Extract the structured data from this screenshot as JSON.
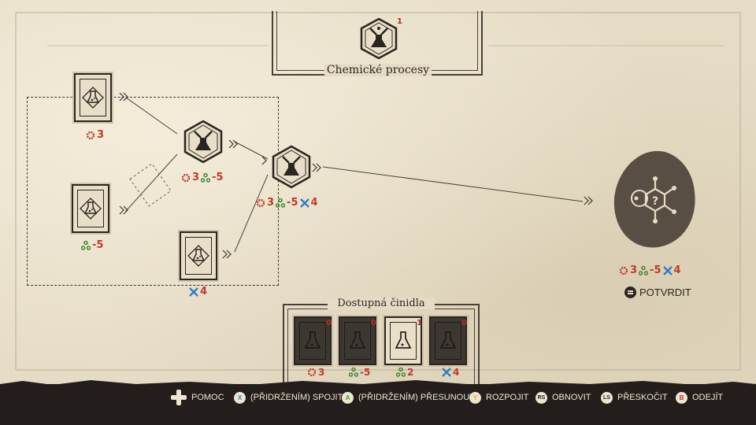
{
  "process": {
    "title": "Chemické procesy",
    "count": "1",
    "icon": "mortar-flask-icon"
  },
  "nodes": [
    {
      "id": "card-top-left",
      "icon": "flask-icon",
      "stats": [
        {
          "type": "red",
          "value": "3"
        }
      ]
    },
    {
      "id": "card-mid-left",
      "icon": "flask-icon",
      "stats": [
        {
          "type": "green",
          "value": "-5"
        }
      ]
    },
    {
      "id": "card-bottom",
      "icon": "flask-icon",
      "stats": [
        {
          "type": "blue",
          "value": "4"
        }
      ]
    },
    {
      "id": "hex-combine-1",
      "icon": "mortar-flask-icon",
      "stats": [
        {
          "type": "red",
          "value": "3"
        },
        {
          "type": "green",
          "value": "-5"
        }
      ]
    },
    {
      "id": "hex-combine-2",
      "icon": "mortar-flask-icon",
      "stats": [
        {
          "type": "red",
          "value": "3"
        },
        {
          "type": "green",
          "value": "-5"
        },
        {
          "type": "blue",
          "value": "4"
        }
      ]
    }
  ],
  "result": {
    "icon": "unknown-molecule-icon",
    "stats": [
      {
        "type": "red",
        "value": "3"
      },
      {
        "type": "green",
        "value": "-5"
      },
      {
        "type": "blue",
        "value": "4"
      }
    ],
    "confirm_label": "POTVRDIT"
  },
  "reagents": {
    "title": "Dostupná činidla",
    "items": [
      {
        "count": "0",
        "stat_type": "red",
        "stat_value": "3",
        "dark": true
      },
      {
        "count": "0",
        "stat_type": "green",
        "stat_value": "-5",
        "dark": true
      },
      {
        "count": "1",
        "stat_type": "green",
        "stat_value": "2",
        "dark": false
      },
      {
        "count": "0",
        "stat_type": "blue",
        "stat_value": "4",
        "dark": true
      }
    ]
  },
  "controls": [
    {
      "button": "dpad",
      "label": "POMOC"
    },
    {
      "button": "X",
      "label": "(PŘIDRŽENÍM) SPOJIT",
      "color": "#2d7fc7"
    },
    {
      "button": "A",
      "label": "(PŘIDRŽENÍM) PŘESUNOUT",
      "color": "#4a9a3a"
    },
    {
      "button": "Y",
      "label": "ROZPOJIT",
      "color": "#d8b82a"
    },
    {
      "button": "RS",
      "label": "OBNOVIT"
    },
    {
      "button": "LS",
      "label": "PŘESKOČIT"
    },
    {
      "button": "B",
      "label": "ODEJÍT",
      "color": "#c0392b"
    }
  ],
  "colors": {
    "red": "#c0392b",
    "green": "#4a8a3a",
    "blue": "#2d7fc7",
    "bar": "#231e1b",
    "paper": "#e6dcc6"
  }
}
